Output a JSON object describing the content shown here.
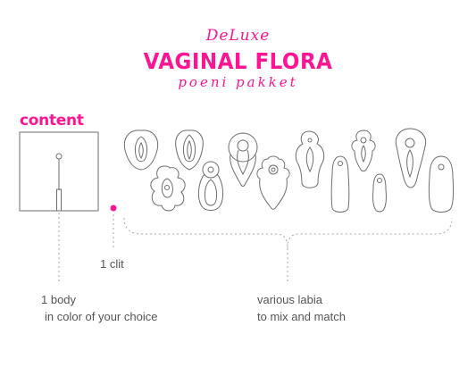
{
  "header": {
    "deluxe": "DeLuxe",
    "title": "VAGINAL FLORA",
    "subtitle": "poeni pakket"
  },
  "section": {
    "content_label": "content"
  },
  "labels": {
    "clit": "1 clit",
    "body_line1": "1 body",
    "body_line2": "in color of your choice",
    "labia_line1": "various labia",
    "labia_line2": "to mix and match"
  },
  "colors": {
    "accent": "#ff1493",
    "outline": "#6e6e6e",
    "dashed": "#aaaaaa",
    "text": "#555555"
  },
  "icons": {
    "body": "body-square-icon",
    "clit": "clit-dot-icon",
    "labia": "labia-piece-icon"
  }
}
